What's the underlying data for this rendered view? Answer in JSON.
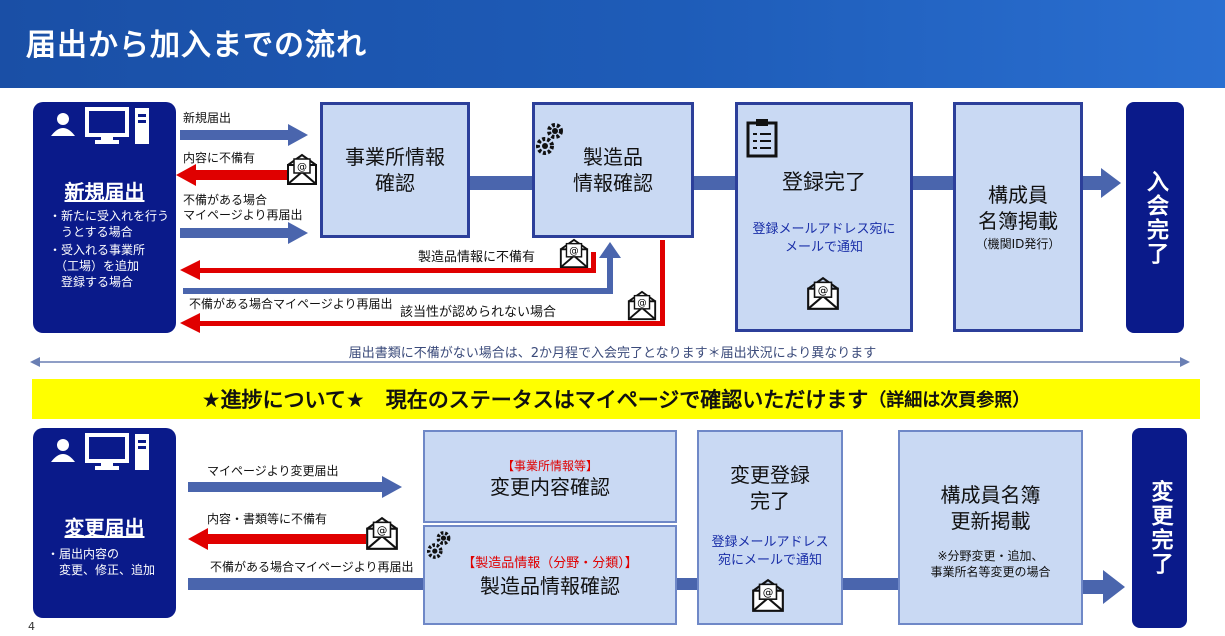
{
  "header": {
    "title": "届出から加入までの流れ"
  },
  "new_apply": {
    "title": "新規届出",
    "bullets": [
      "・新たに受入れを行う",
      "　うとする場合",
      "・受入れる事業所",
      "　（工場）を追加",
      "　登録する場合"
    ],
    "arrow_new": "新規届出",
    "arrow_defect": "内容に不備有",
    "arrow_resubmit_1": "不備がある場合",
    "arrow_resubmit_2": "マイページより再届出",
    "office_check_1": "事業所情報",
    "office_check_2": "確認",
    "product_check_1": "製造品",
    "product_check_2": "情報確認",
    "registered": "登録完了",
    "registered_note_1": "登録メールアドレス宛に",
    "registered_note_2": "メールで通知",
    "roster_1": "構成員",
    "roster_2": "名簿掲載",
    "roster_note": "（機関ID発行）",
    "end": "入会完了",
    "product_defect": "製造品情報に不備有",
    "resubmit_long": "不備がある場合マイページより再届出",
    "not_eligible": "該当性が認められない場合",
    "footnote": "届出書類に不備がない場合は、2か月程で入会完了となります＊届出状況により異なります"
  },
  "banner": {
    "main": "★進捗について★　現在のステータスはマイページで確認いただけます",
    "tail": "（詳細は次頁参照）"
  },
  "change_apply": {
    "title": "変更届出",
    "bullets": [
      "・届出内容の",
      "　変更、修正、追加"
    ],
    "arrow_change": "マイページより変更届出",
    "arrow_defect": "内容・書類等に不備有",
    "arrow_resubmit": "不備がある場合マイページより再届出",
    "office_tag": "【事業所情報等】",
    "office_title": "変更内容確認",
    "product_tag": "【製造品情報（分野・分類）】",
    "product_title": "製造品情報確認",
    "registered_1": "変更登録",
    "registered_2": "完了",
    "registered_note_1": "登録メールアドレス",
    "registered_note_2": "宛にメールで通知",
    "roster_1": "構成員名簿",
    "roster_2": "更新掲載",
    "roster_note_1": "※分野変更・追加、",
    "roster_note_2": "事業所名等変更の場合",
    "end": "変更完了"
  },
  "page_number": "4",
  "icons": [
    "person-icon",
    "computer-icon",
    "gear-icon",
    "clipboard-icon",
    "mail-icon"
  ]
}
